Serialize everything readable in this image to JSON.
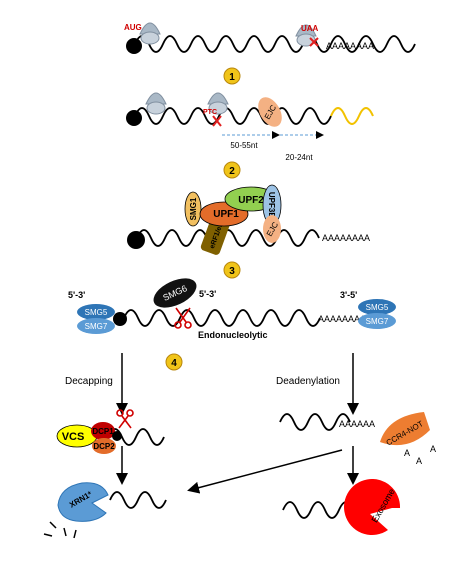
{
  "panel1": {
    "start_codon": "AUG",
    "stop_codon": "UAA",
    "poly_a": "AAAAAAAA"
  },
  "steps": [
    "1",
    "2",
    "3",
    "4"
  ],
  "panel2": {
    "ptc": "PTC",
    "ejc": "EJC",
    "dist1": "50-55nt",
    "dist2": "20-24nt"
  },
  "panel3": {
    "smg1": "SMG1",
    "upf1": "UPF1",
    "upf2": "UPF2",
    "upf3b": "UPF3B",
    "erf": "eRF1/eRF3",
    "ejc": "EJC",
    "poly_a": "AAAAAAAA"
  },
  "panel4": {
    "left_end": "5'-3'",
    "smg6_dir": "5'-3'",
    "right_end": "3'-5'",
    "smg5": "SMG5",
    "smg7": "SMG7",
    "smg6": "SMG6",
    "endonucleolytic": "Endonucleolytic",
    "poly_a": "AAAAAAAA"
  },
  "panel5": {
    "decapping": "Decapping",
    "deadenylation": "Deadenylation",
    "vcs": "VCS",
    "dcp1": "DCP1",
    "dcp2": "DCP2",
    "ccr4_not": "CCR4-NOT",
    "poly_a": "AAAAAA",
    "free_a1": "A",
    "free_a2": "A",
    "free_a3": "A",
    "xrn1": "XRN1*",
    "exosome": "Exosome"
  },
  "colors": {
    "step_fill": "#f0c419",
    "ribosome": "#a9b8c6",
    "cross": "#e02020",
    "ejc": "#f4b183",
    "smg1": "#f2c060",
    "upf1": "#e36c2a",
    "upf2": "#92d050",
    "upf3b": "#9dc3e6",
    "erf": "#7f6000",
    "smg5": "#2e75b6",
    "smg7": "#5b9bd5",
    "vcs": "#ffff00",
    "dcp1": "#c00000",
    "ccr4": "#ed7d31",
    "xrn1": "#5b9bd5",
    "exosome": "#ff0000",
    "mrna_tail": "#f2c200"
  },
  "icons": [
    "ribosome-icon",
    "scissors-icon",
    "cross-icon",
    "cap-icon",
    "arrow-icon"
  ]
}
